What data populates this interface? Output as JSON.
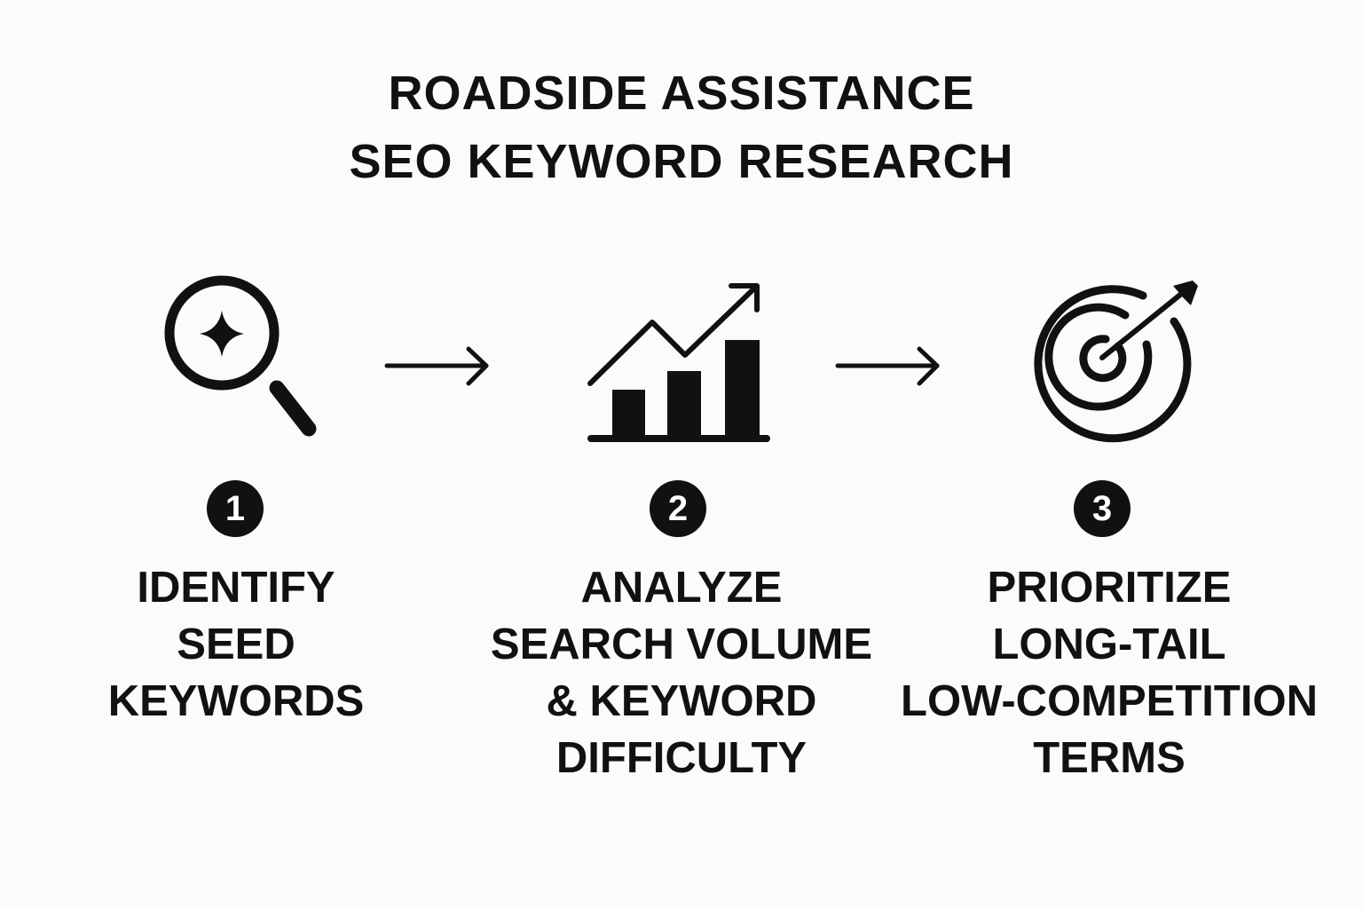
{
  "title": {
    "line1": "ROADSIDE ASSISTANCE",
    "line2": "SEO KEYWORD RESEARCH"
  },
  "steps": [
    {
      "number": "1",
      "icon": "magnifier-sparkle-icon",
      "lines": [
        "IDENTIFY",
        "SEED",
        "KEYWORDS"
      ]
    },
    {
      "number": "2",
      "icon": "growth-chart-icon",
      "lines": [
        "ANALYZE",
        "SEARCH VOLUME",
        "& KEYWORD",
        "DIFFICULTY"
      ]
    },
    {
      "number": "3",
      "icon": "target-arrow-icon",
      "lines": [
        "PRIORITIZE",
        "LONG-TAIL",
        "LOW-COMPETITION",
        "TERMS"
      ]
    }
  ],
  "colors": {
    "ink": "#111111",
    "background": "#fbfbf9"
  }
}
